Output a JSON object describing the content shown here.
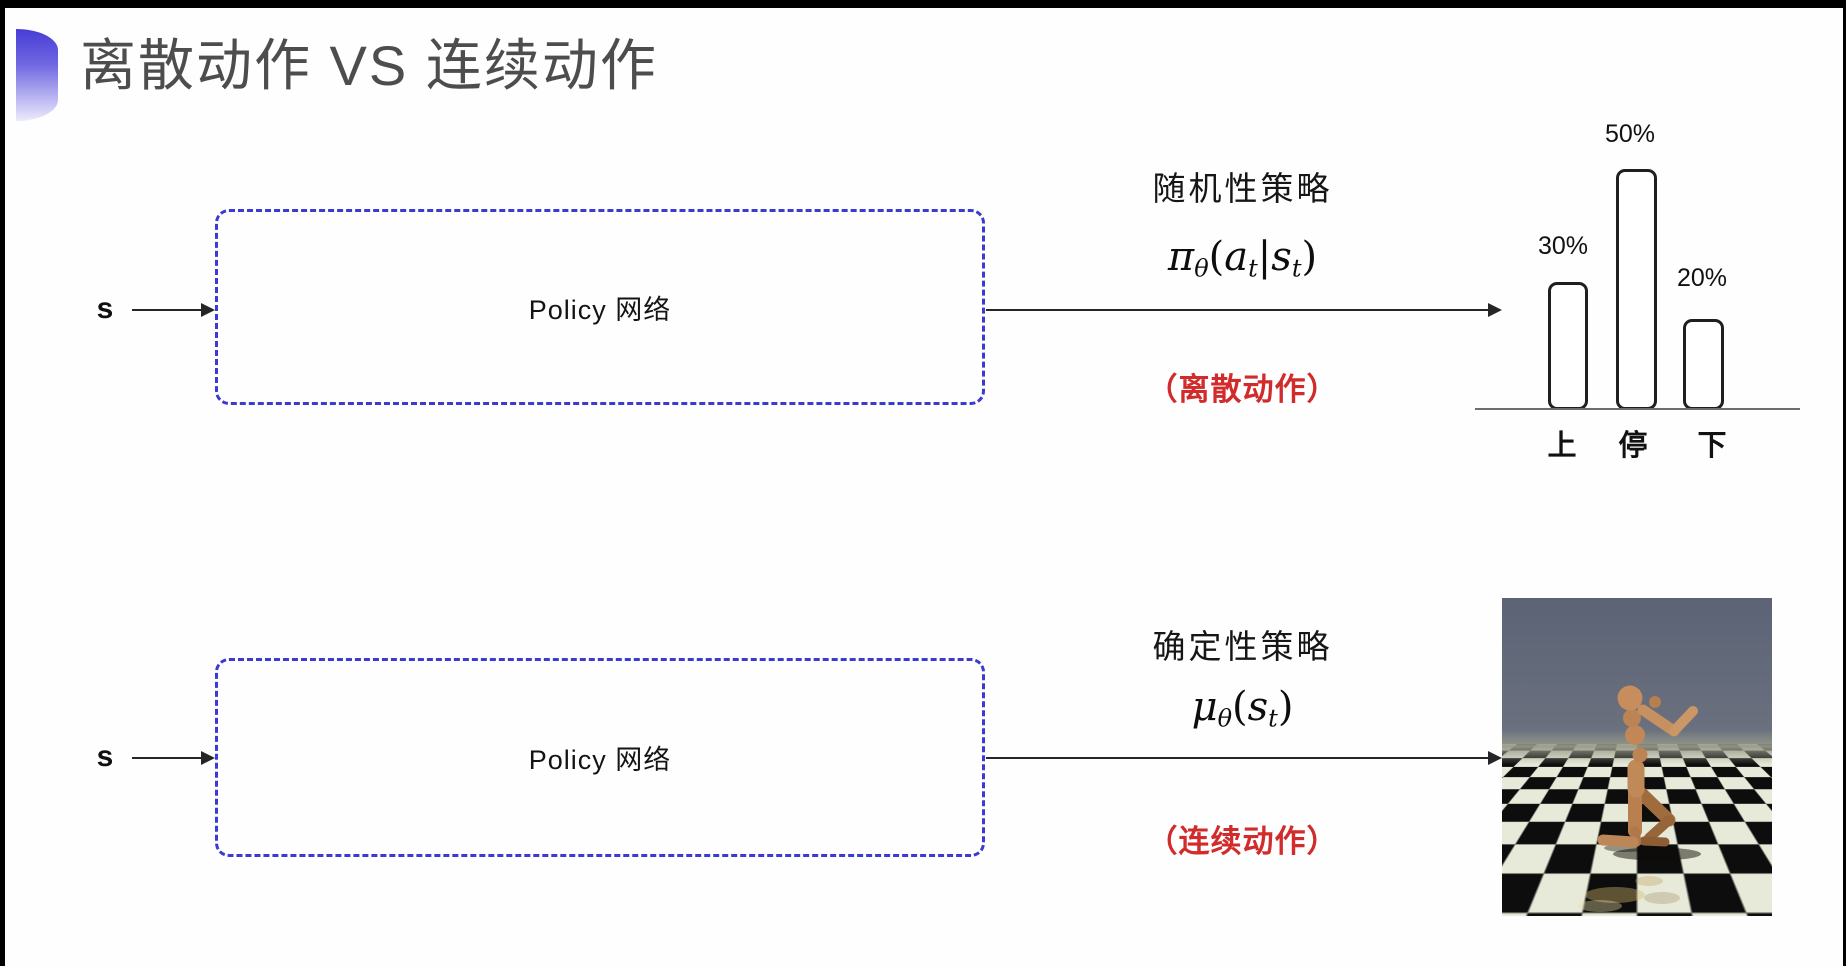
{
  "slide_title": "离散动作 VS 连续动作",
  "rows": {
    "stochastic": {
      "input_label": "s",
      "box_label": "Policy 网络",
      "policy_name": "随机性策略",
      "formula": {
        "sym": "π",
        "sym_sub": "θ",
        "open": "(",
        "arg1": "a",
        "arg1_sub": "t",
        "bar": "|",
        "arg2": "s",
        "arg2_sub": "t",
        "close": ")"
      },
      "action_note": "（离散动作）"
    },
    "deterministic": {
      "input_label": "s",
      "box_label": "Policy 网络",
      "policy_name": "确定性策略",
      "formula": {
        "sym": "μ",
        "sym_sub": "θ",
        "open": "(",
        "arg1": "s",
        "arg1_sub": "t",
        "close": ")"
      },
      "action_note": "（连续动作）"
    }
  },
  "chart_data": {
    "type": "bar",
    "categories": [
      "上",
      "停",
      "下"
    ],
    "values": [
      30,
      50,
      20
    ],
    "value_labels": [
      "30%",
      "50%",
      "20%"
    ],
    "title": "",
    "xlabel": "",
    "ylabel": "",
    "ylim": [
      0,
      60
    ],
    "grid": false,
    "legend": false
  },
  "colors": {
    "box_dash_blue": "#3b3bd1",
    "action_note_red": "#d22b2b",
    "title_gray": "#4d4d4d",
    "bar_outline": "#1f1f1f"
  }
}
